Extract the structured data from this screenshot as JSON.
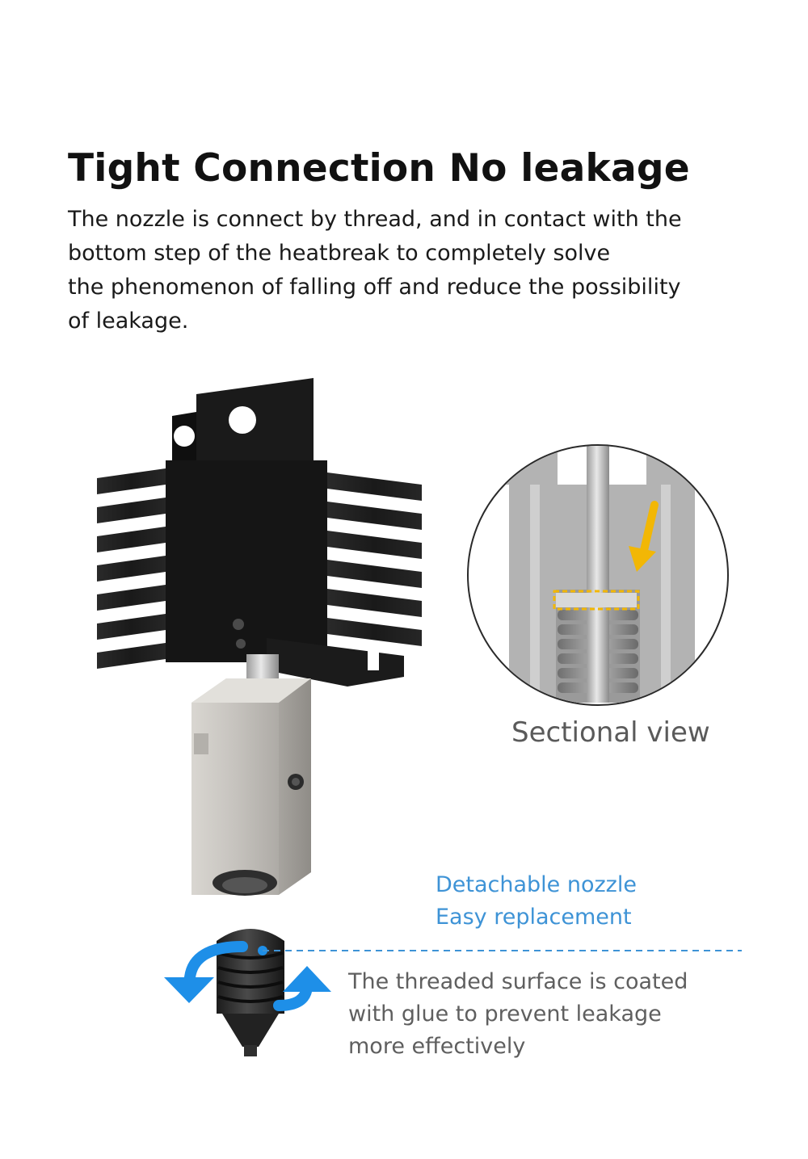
{
  "header": {
    "title": "Tight Connection No leakage",
    "description_lines": [
      "The nozzle is connect by thread, and in contact with the",
      "bottom step of the heatbreak to completely solve",
      "the phenomenon of falling off and reduce the possibility",
      "of leakage."
    ]
  },
  "callouts": {
    "sectional_view": "Sectional view",
    "feature_lines": [
      "Detachable nozzle",
      "Easy replacement"
    ],
    "coating_lines": [
      "The threaded surface is coated",
      "with glue to prevent leakage",
      "more effectively"
    ]
  },
  "colors": {
    "accent_blue": "#3e93d6",
    "arrow_blue": "#1e8fe8",
    "highlight_yellow": "#f2b705",
    "heatsink_black": "#161616",
    "block_silver": "#c9c6c1"
  },
  "icons": [
    "rotate-left-arrow-icon",
    "rotate-right-arrow-icon",
    "highlight-arrow-icon"
  ]
}
